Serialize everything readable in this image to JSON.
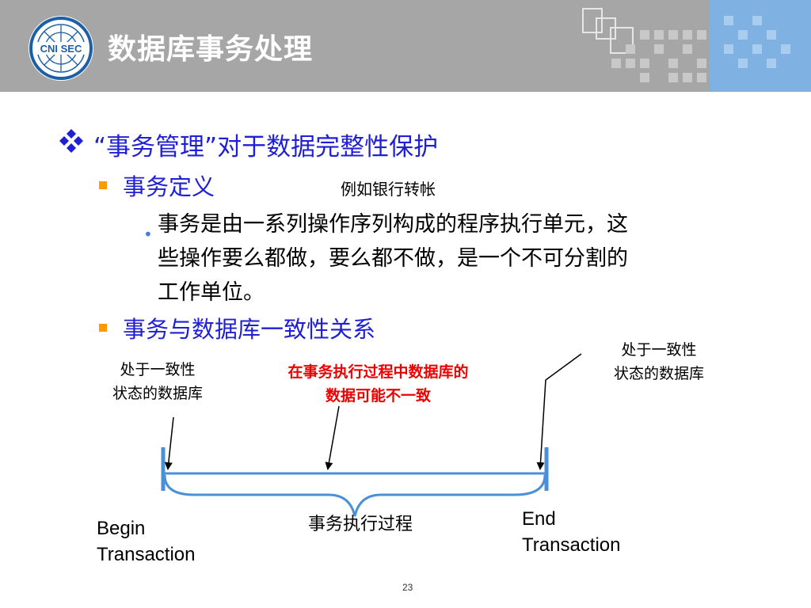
{
  "header": {
    "title": "数据库事务处理",
    "logo_text": "CNI SEC"
  },
  "content": {
    "heading": "“事务管理”对于数据完整性保护",
    "items": [
      {
        "label": "事务定义",
        "example": "例如银行转帐"
      },
      {
        "label": "事务与数据库一致性关系"
      }
    ],
    "definition_lines": [
      "事务是由一系列操作序列构成的程序执行单元，这",
      "些操作要么都做，要么都不做，是一个不可分割的",
      "工作单位。"
    ]
  },
  "diagram": {
    "left_note": [
      "处于一致性",
      "状态的数据库"
    ],
    "middle_note": [
      "在事务执行过程中数据库的",
      "数据可能不一致"
    ],
    "right_note": [
      "处于一致性",
      "状态的数据库"
    ],
    "brace_label": "事务执行过程",
    "begin_label": [
      "Begin",
      "Transaction"
    ],
    "end_label": [
      "End",
      "Transaction"
    ]
  },
  "footer": {
    "page_number": "23"
  },
  "colors": {
    "header_bg": "#a6a6a6",
    "header_accent": "#7fb2e3",
    "heading_text": "#1f1fd6",
    "bullet_orange": "#ff9900",
    "timeline_blue": "#4a90d9",
    "warning_red": "#ee0000"
  }
}
